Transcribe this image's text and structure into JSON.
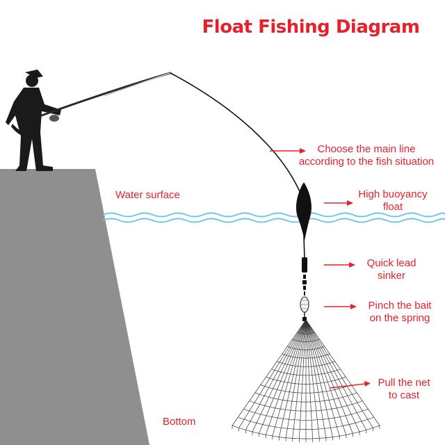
{
  "title": "Float Fishing Diagram",
  "labels": {
    "water_surface": "Water surface",
    "bottom": "Bottom",
    "main_line": [
      "Choose the main line",
      "according to the fish situation"
    ],
    "float": [
      "High buoyancy",
      "float"
    ],
    "sinker": [
      "Quick lead",
      "sinker"
    ],
    "bait_spring": [
      "Pinch the bait",
      "on the spring"
    ],
    "net": [
      "Pull the net",
      "to cast"
    ]
  },
  "colors": {
    "label_red": "#e8202a",
    "bank_gray": "#8f8f8f",
    "water_blue": "#6fc7e6",
    "silhouette": "#1a1a1a"
  }
}
